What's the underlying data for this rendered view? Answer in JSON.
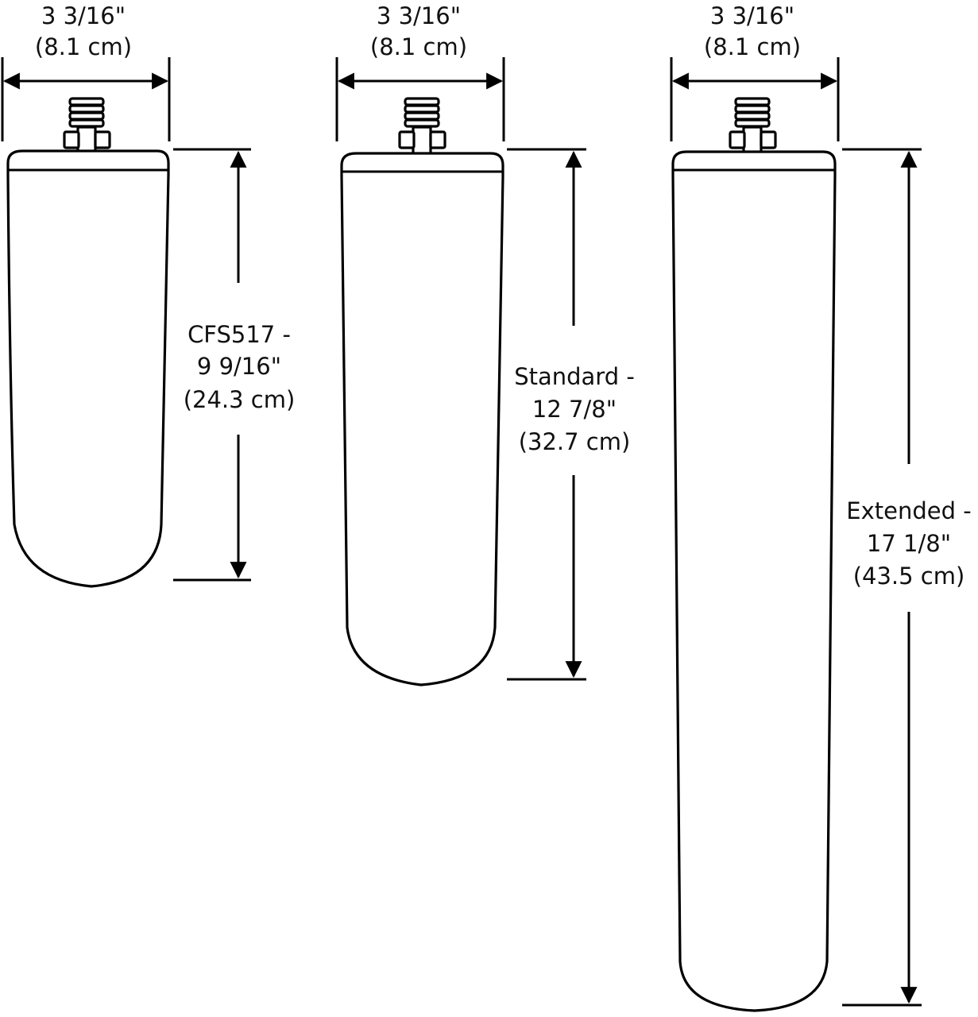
{
  "cartridges": [
    {
      "width_in": "3 3/16\"",
      "width_cm": "(8.1 cm)",
      "height_name": "CFS517 -",
      "height_in": "9 9/16\"",
      "height_cm": "(24.3 cm)"
    },
    {
      "width_in": "3 3/16\"",
      "width_cm": "(8.1 cm)",
      "height_name": "Standard -",
      "height_in": "12 7/8\"",
      "height_cm": "(32.7 cm)"
    },
    {
      "width_in": "3 3/16\"",
      "width_cm": "(8.1 cm)",
      "height_name": "Extended -",
      "height_in": "17 1/8\"",
      "height_cm": "(43.5 cm)"
    }
  ]
}
